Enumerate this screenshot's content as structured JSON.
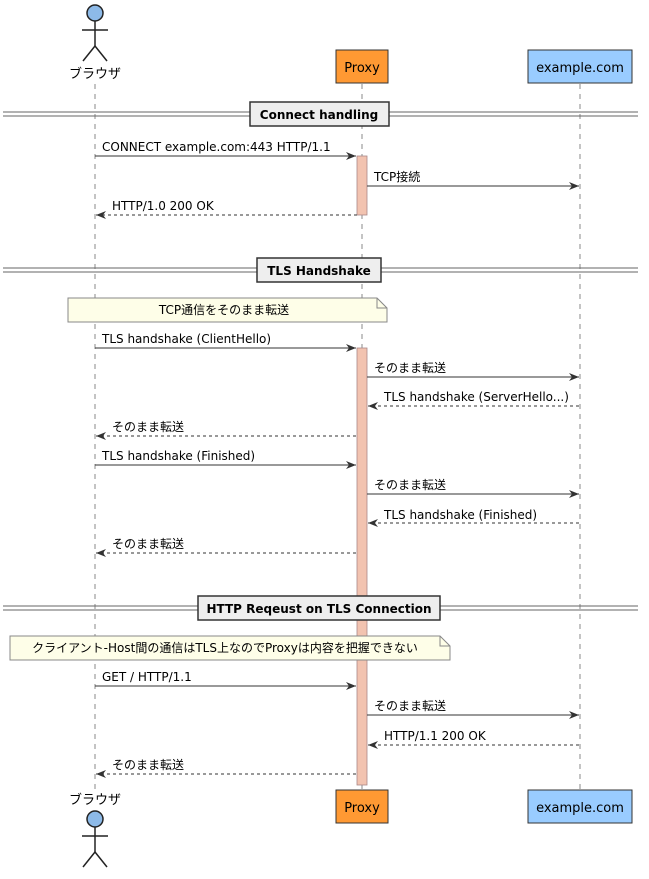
{
  "participants": {
    "browser": {
      "label": "ブラウザ"
    },
    "proxy": {
      "label": "Proxy",
      "color": "#FF9933"
    },
    "server": {
      "label": "example.com",
      "color": "#99CCFF"
    }
  },
  "colors": {
    "activation": "#F2C3B0",
    "note_fill": "#FEFEE8",
    "actor_fill": "#8DBAE8",
    "divider_fill": "#EEEEEE"
  },
  "sections": [
    {
      "title": "Connect handling",
      "messages": [
        {
          "from": "browser",
          "to": "proxy",
          "label": "CONNECT example.com:443 HTTP/1.1",
          "style": "solid"
        },
        {
          "from": "proxy",
          "to": "server",
          "label": "TCP接続",
          "style": "solid"
        },
        {
          "from": "proxy",
          "to": "browser",
          "label": "HTTP/1.0 200 OK",
          "style": "dashed"
        }
      ]
    },
    {
      "title": "TLS Handshake",
      "note": "TCP通信をそのまま転送",
      "messages": [
        {
          "from": "browser",
          "to": "proxy",
          "label": "TLS handshake (ClientHello)",
          "style": "solid"
        },
        {
          "from": "proxy",
          "to": "server",
          "label": "そのまま転送",
          "style": "solid"
        },
        {
          "from": "server",
          "to": "proxy",
          "label": "TLS handshake (ServerHello...)",
          "style": "dashed"
        },
        {
          "from": "proxy",
          "to": "browser",
          "label": "そのまま転送",
          "style": "dashed"
        },
        {
          "from": "browser",
          "to": "proxy",
          "label": "TLS handshake (Finished)",
          "style": "solid"
        },
        {
          "from": "proxy",
          "to": "server",
          "label": "そのまま転送",
          "style": "solid"
        },
        {
          "from": "server",
          "to": "proxy",
          "label": "TLS handshake (Finished)",
          "style": "dashed"
        },
        {
          "from": "proxy",
          "to": "browser",
          "label": "そのまま転送",
          "style": "dashed"
        }
      ]
    },
    {
      "title": "HTTP Reqeust on TLS Connection",
      "note": "クライアント-Host間の通信はTLS上なのでProxyは内容を把握できない",
      "messages": [
        {
          "from": "browser",
          "to": "proxy",
          "label": "GET / HTTP/1.1",
          "style": "solid"
        },
        {
          "from": "proxy",
          "to": "server",
          "label": "そのまま転送",
          "style": "solid"
        },
        {
          "from": "server",
          "to": "proxy",
          "label": "HTTP/1.1 200 OK",
          "style": "dashed"
        },
        {
          "from": "proxy",
          "to": "browser",
          "label": "そのまま転送",
          "style": "dashed"
        }
      ]
    }
  ]
}
